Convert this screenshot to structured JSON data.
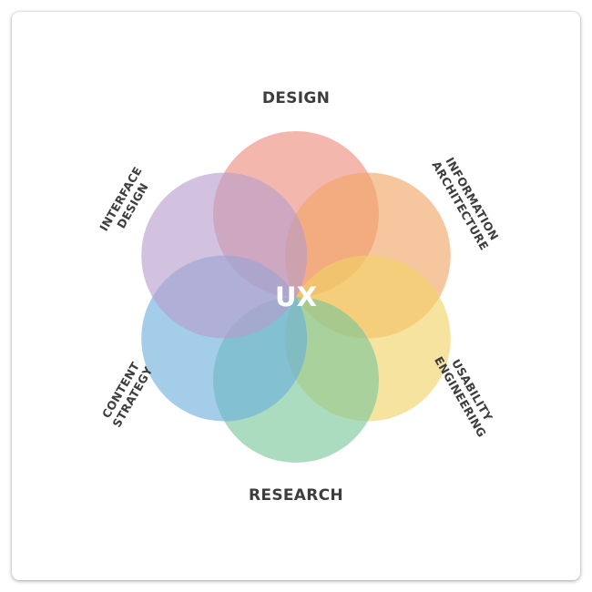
{
  "diagram": {
    "center_label": "UX",
    "petals": [
      {
        "id": "design",
        "lines": [
          "DESIGN"
        ],
        "color": "#ee8a7c"
      },
      {
        "id": "information-architecture",
        "lines": [
          "INFORMATION",
          "ARCHITECTURE"
        ],
        "color": "#f0a463"
      },
      {
        "id": "usability-engineering",
        "lines": [
          "USABILITY",
          "ENGINEERING"
        ],
        "color": "#f2d266"
      },
      {
        "id": "research",
        "lines": [
          "RESEARCH"
        ],
        "color": "#79c79a"
      },
      {
        "id": "content-strategy",
        "lines": [
          "CONTENT",
          "STRATEGY"
        ],
        "color": "#6aaedc"
      },
      {
        "id": "interface-design",
        "lines": [
          "INTERFACE",
          "DESIGN"
        ],
        "color": "#b79ccc"
      }
    ]
  }
}
